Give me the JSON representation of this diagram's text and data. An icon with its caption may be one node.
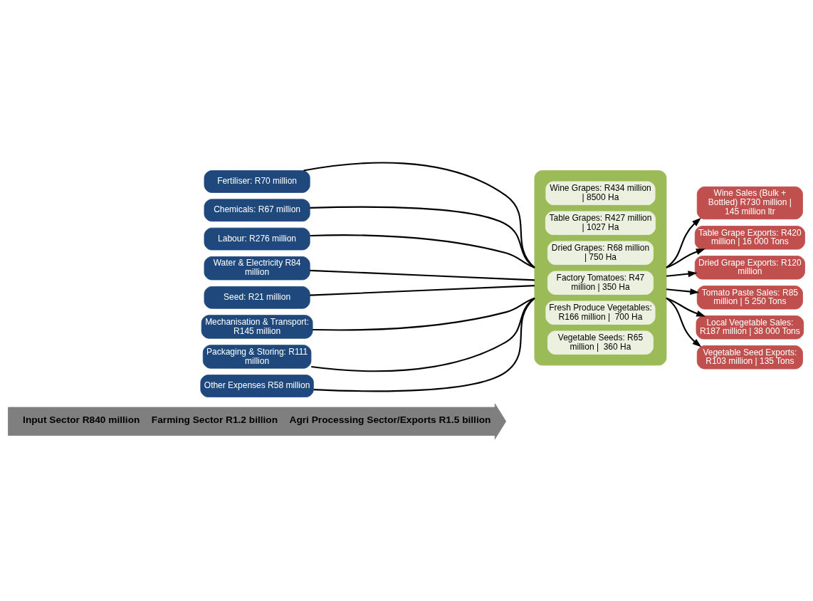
{
  "diagram": {
    "nodes": [
      {
        "text": [
          "Input Sector R840 million",
          "Farming Sector R1.2 billion",
          "Agri Processing Sector/Exports R1.5 billion"
        ]
      },
      {
        "text": [
          "Fertiliser: R70 million"
        ]
      },
      {
        "text": [
          "Chemicals: R67 million"
        ]
      },
      {
        "text": [
          "Labour: R276 million"
        ]
      },
      {
        "text": [
          "Water & Electricity R84 million"
        ]
      },
      {
        "text": [
          "Seed: R21 million"
        ]
      },
      {
        "text": [
          "Mechanisation & Transport: R145 million"
        ]
      },
      {
        "text": [
          "Packaging & Storing: R111 million"
        ]
      },
      {
        "text": [
          "Other Expenses R58 million"
        ]
      },
      {
        "text": [],
        "shape": "box"
      },
      {
        "text": [
          "Wine Grapes: R434 million | 8500 Ha"
        ],
        "in": 9
      },
      {
        "text": [
          "Table Grapes: R427 million | 1027 Ha"
        ],
        "in": 9
      },
      {
        "text": [
          "Dried Grapes: R68 million | 750 Ha"
        ],
        "in": 9
      },
      {
        "text": [
          "Factory Tomatoes: R47 million | 350 Ha"
        ],
        "in": 9
      },
      {
        "text": [
          "Fresh Produce Vegetables: R166 million |  700 Ha"
        ],
        "in": 9
      },
      {
        "text": [
          "Vegetable Seeds: R65 million |  360 Ha"
        ],
        "in": 9
      },
      {
        "text": [
          "Wine Sales (Bulk + Bottled) R730 million | 145 million ltr"
        ]
      },
      {
        "text": [
          "Table Grape Exports: R420 million | 16 000 Tons"
        ]
      },
      {
        "text": [
          "Dried Grape Exports: R120 million"
        ]
      },
      {
        "text": [
          "Tomato Paste Sales: R85 million | 5 250 Tons"
        ]
      },
      {
        "text": [
          "Local Vegetable Sales: R187 million | 38 000 Tons"
        ]
      },
      {
        "text": [
          "Vegetable Seed Exports: R103 million | 135 Tons"
        ]
      }
    ],
    "edges": [
      {
        "from": 1,
        "to": 9,
        "arrow": "none"
      },
      {
        "from": 2,
        "to": 9,
        "arrow": "none"
      },
      {
        "from": 3,
        "to": 9,
        "arrow": "none"
      },
      {
        "from": 4,
        "to": 9,
        "arrow": "none"
      },
      {
        "from": 5,
        "to": 9,
        "arrow": "none"
      },
      {
        "from": 6,
        "to": 9,
        "arrow": "none"
      },
      {
        "from": 7,
        "to": 9,
        "arrow": "none"
      },
      {
        "from": 8,
        "to": 9,
        "arrow": "none"
      },
      {
        "from": 9,
        "to": 16,
        "arrow": "to"
      },
      {
        "from": 9,
        "to": 17,
        "arrow": "to"
      },
      {
        "from": 9,
        "to": 18,
        "arrow": "to"
      },
      {
        "from": 9,
        "to": 19,
        "arrow": "to"
      },
      {
        "from": 9,
        "to": 20,
        "arrow": "to"
      },
      {
        "from": 9,
        "to": 21,
        "arrow": "to"
      }
    ]
  }
}
